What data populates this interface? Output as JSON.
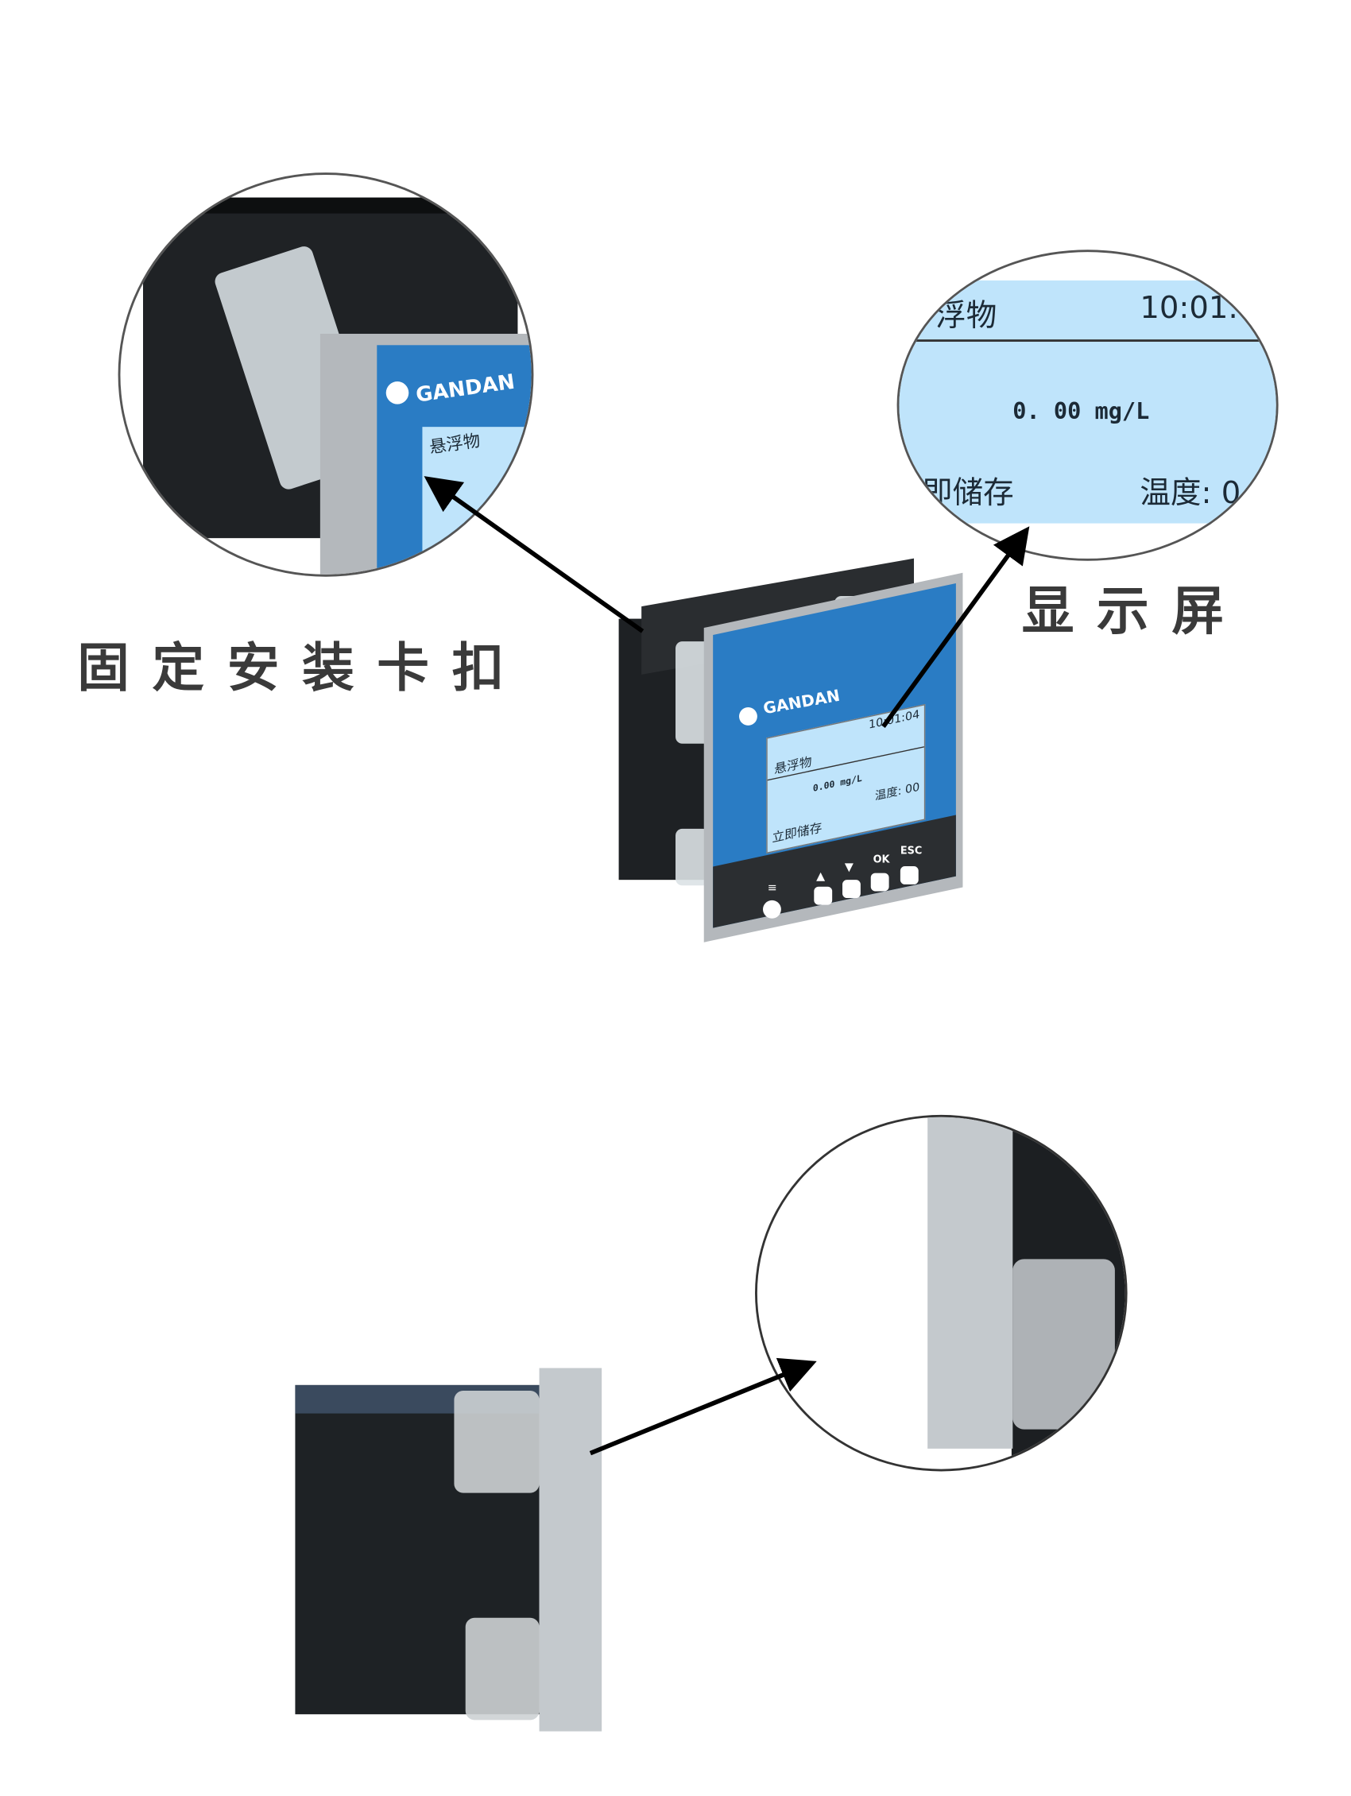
{
  "labels": {
    "clip": "固定安装卡扣",
    "display": "显示屏"
  },
  "device": {
    "brand": "GANDAN",
    "time": "10:01:04",
    "parameter": "悬浮物",
    "reading": "0.00 mg/L",
    "temperature": "温度: 00",
    "save": "立即储存",
    "keys": {
      "ok": "OK",
      "esc": "ESC"
    }
  },
  "zoom_display": {
    "parameter": "浮物",
    "time": "10:01.",
    "reading": "0. 00  mg/L",
    "save": "即储存",
    "temperature": "温度: 0"
  },
  "colors": {
    "panel_blue": "#2a7cc4",
    "lcd": "#bfe4fb",
    "frame": "#b8bcc0",
    "body": "#1e2124"
  }
}
